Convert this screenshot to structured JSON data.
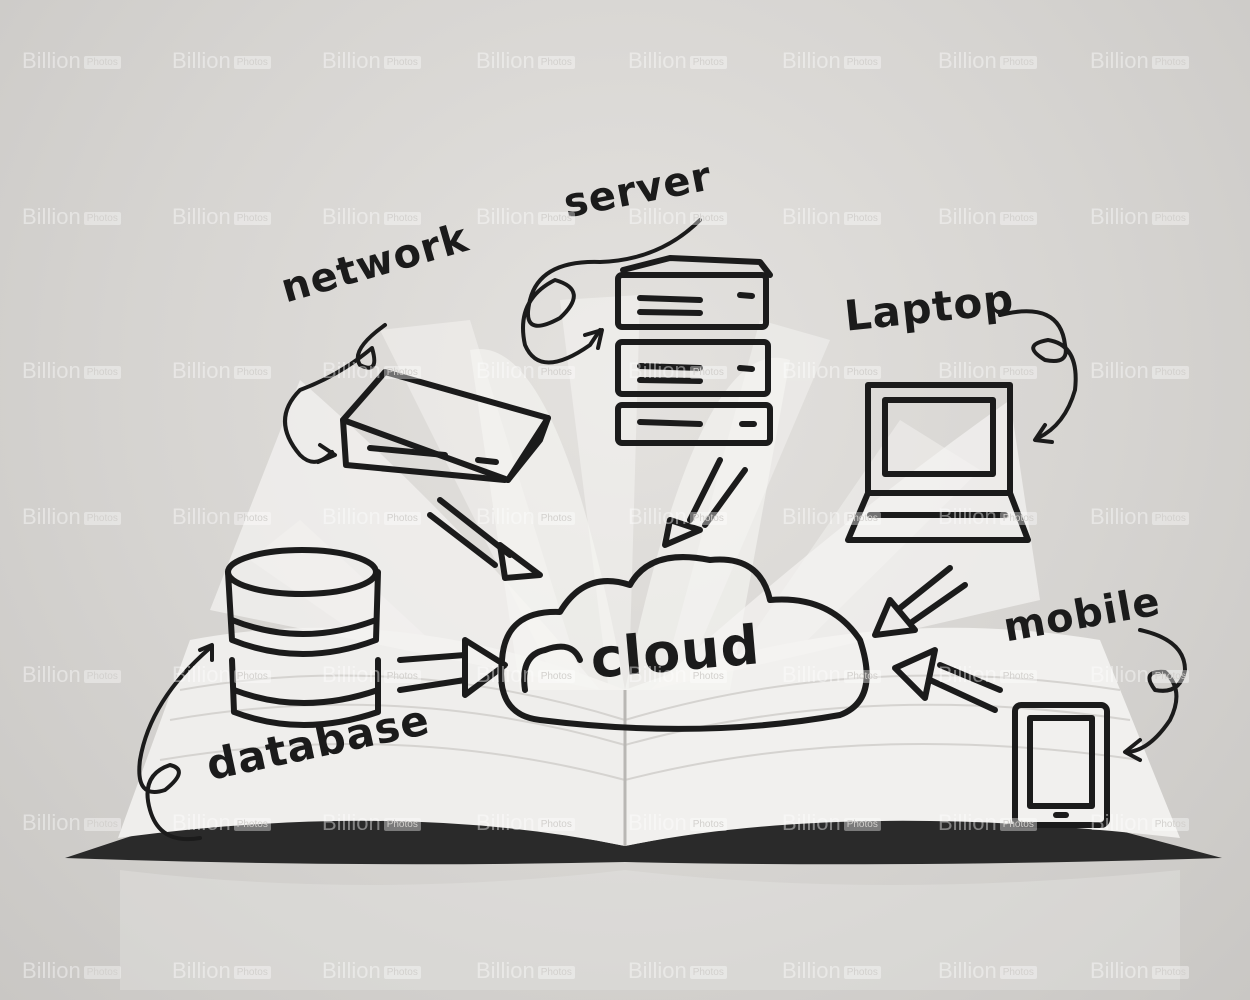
{
  "labels": {
    "network": "network",
    "server": "server",
    "laptop": "Laptop",
    "mobile": "mobile",
    "database": "database",
    "cloud": "cloud"
  },
  "watermark": {
    "word": "Billion",
    "tag": "Photos"
  },
  "colors": {
    "ink": "#1b1b1b",
    "background": "#d8d6d4",
    "book_cover": "#2a2a2a",
    "pages": "#f2f1ef"
  },
  "icons": [
    "network-device-icon",
    "server-rack-icon",
    "laptop-icon",
    "mobile-phone-icon",
    "database-icon",
    "cloud-icon",
    "arrow-icon"
  ]
}
